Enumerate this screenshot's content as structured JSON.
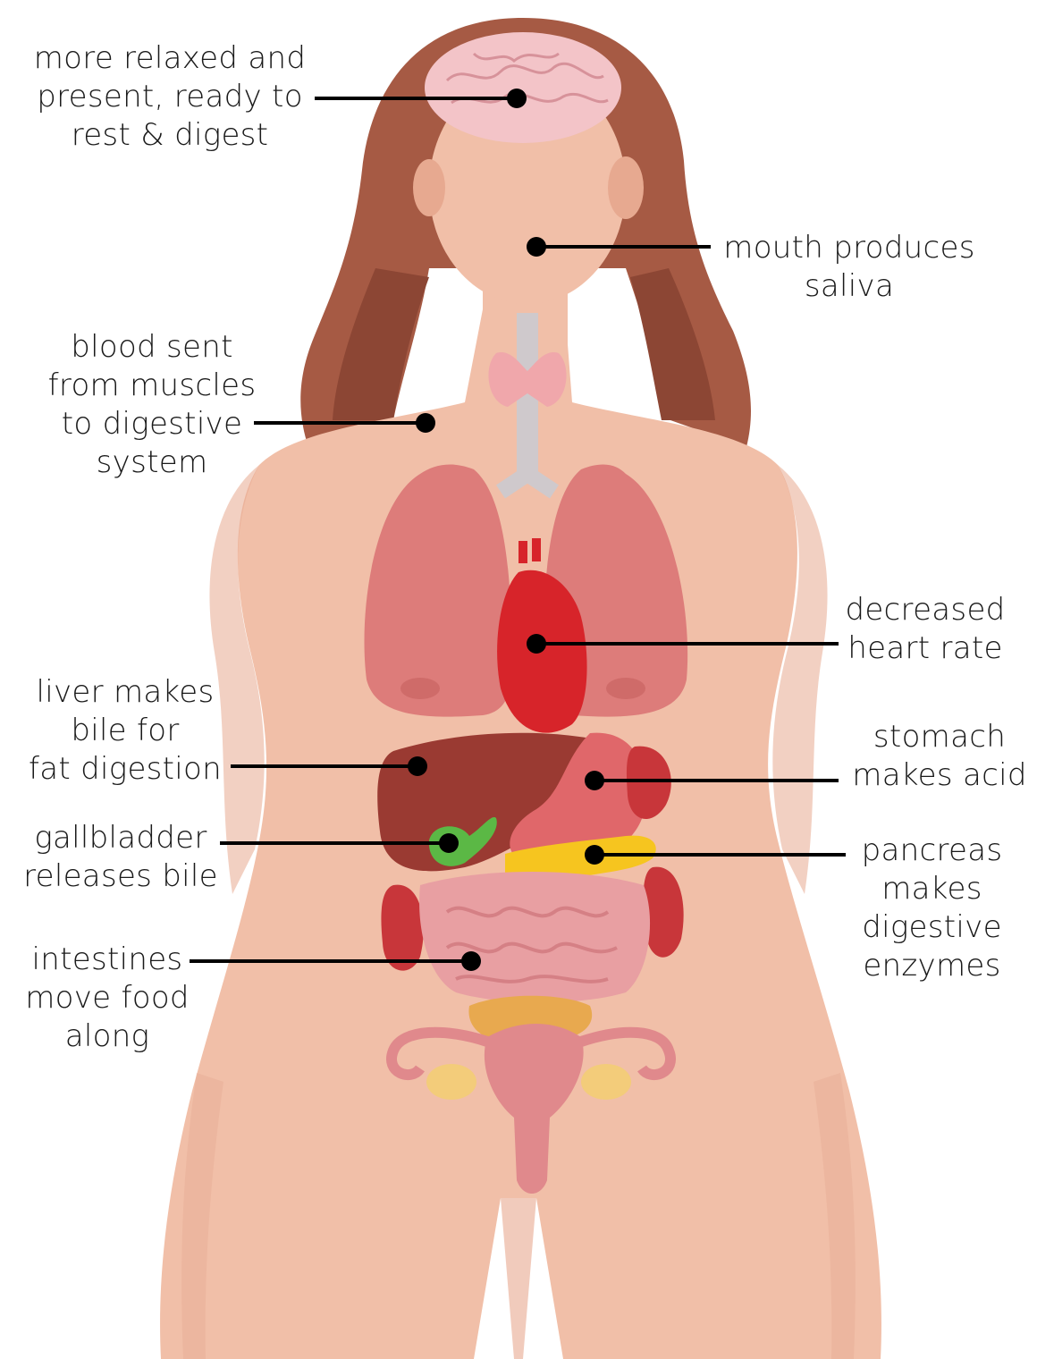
{
  "annotations": {
    "brain": {
      "lines": [
        "more relaxed and",
        "present, ready to",
        "rest & digest"
      ]
    },
    "mouth": {
      "lines": [
        "mouth produces",
        "saliva"
      ]
    },
    "blood": {
      "lines": [
        "blood sent",
        "from muscles",
        "to digestive",
        "system"
      ]
    },
    "heart": {
      "lines": [
        "decreased",
        "heart rate"
      ]
    },
    "liver": {
      "lines": [
        "liver makes",
        "bile for",
        "fat digestion"
      ]
    },
    "stomach": {
      "lines": [
        "stomach",
        "makes acid"
      ]
    },
    "gallbladder": {
      "lines": [
        "gallbladder",
        "releases bile"
      ]
    },
    "pancreas": {
      "lines": [
        "pancreas",
        "makes",
        "digestive",
        "enzymes"
      ]
    },
    "intestines": {
      "lines": [
        "intestines",
        "move food",
        "along"
      ]
    }
  },
  "colors": {
    "skin": "#f1bfa8",
    "skin_shadow": "#e7a990",
    "hair": "#a65a44",
    "hair_dark": "#8c4634",
    "brain": "#f3c4c8",
    "lung": "#dd7c7a",
    "heart": "#d7242a",
    "liver": "#9a3a32",
    "gallbladder": "#5bb845",
    "stomach": "#e0676a",
    "pancreas": "#f6c51f",
    "kidney": "#c8363a",
    "intestine": "#e89fa2",
    "uterus": "#e0898c",
    "thyroid": "#f0a7ab",
    "bladder": "#e8a94f",
    "ovary": "#f3cc7a"
  }
}
